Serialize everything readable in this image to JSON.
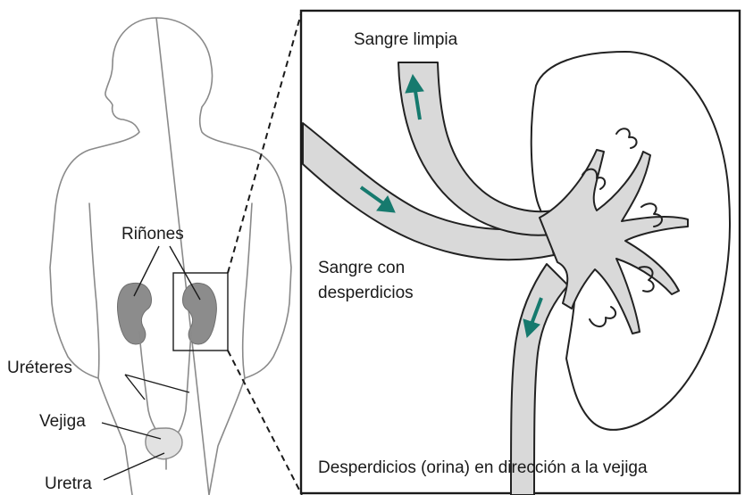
{
  "labels": {
    "clean_blood": "Sangre limpia",
    "waste_blood_line1": "Sangre con",
    "waste_blood_line2": "desperdicios",
    "urine_flow": "Desperdicios (orina) en dirección a la vejiga",
    "kidneys": "Riñones",
    "ureters": "Uréteres",
    "bladder": "Vejiga",
    "urethra": "Uretra"
  },
  "colors": {
    "arrow": "#167a6e",
    "kidney_fill": "#8c8c8c",
    "vessel_fill": "#d9d9d9",
    "body_outline": "#8a8a8a"
  }
}
